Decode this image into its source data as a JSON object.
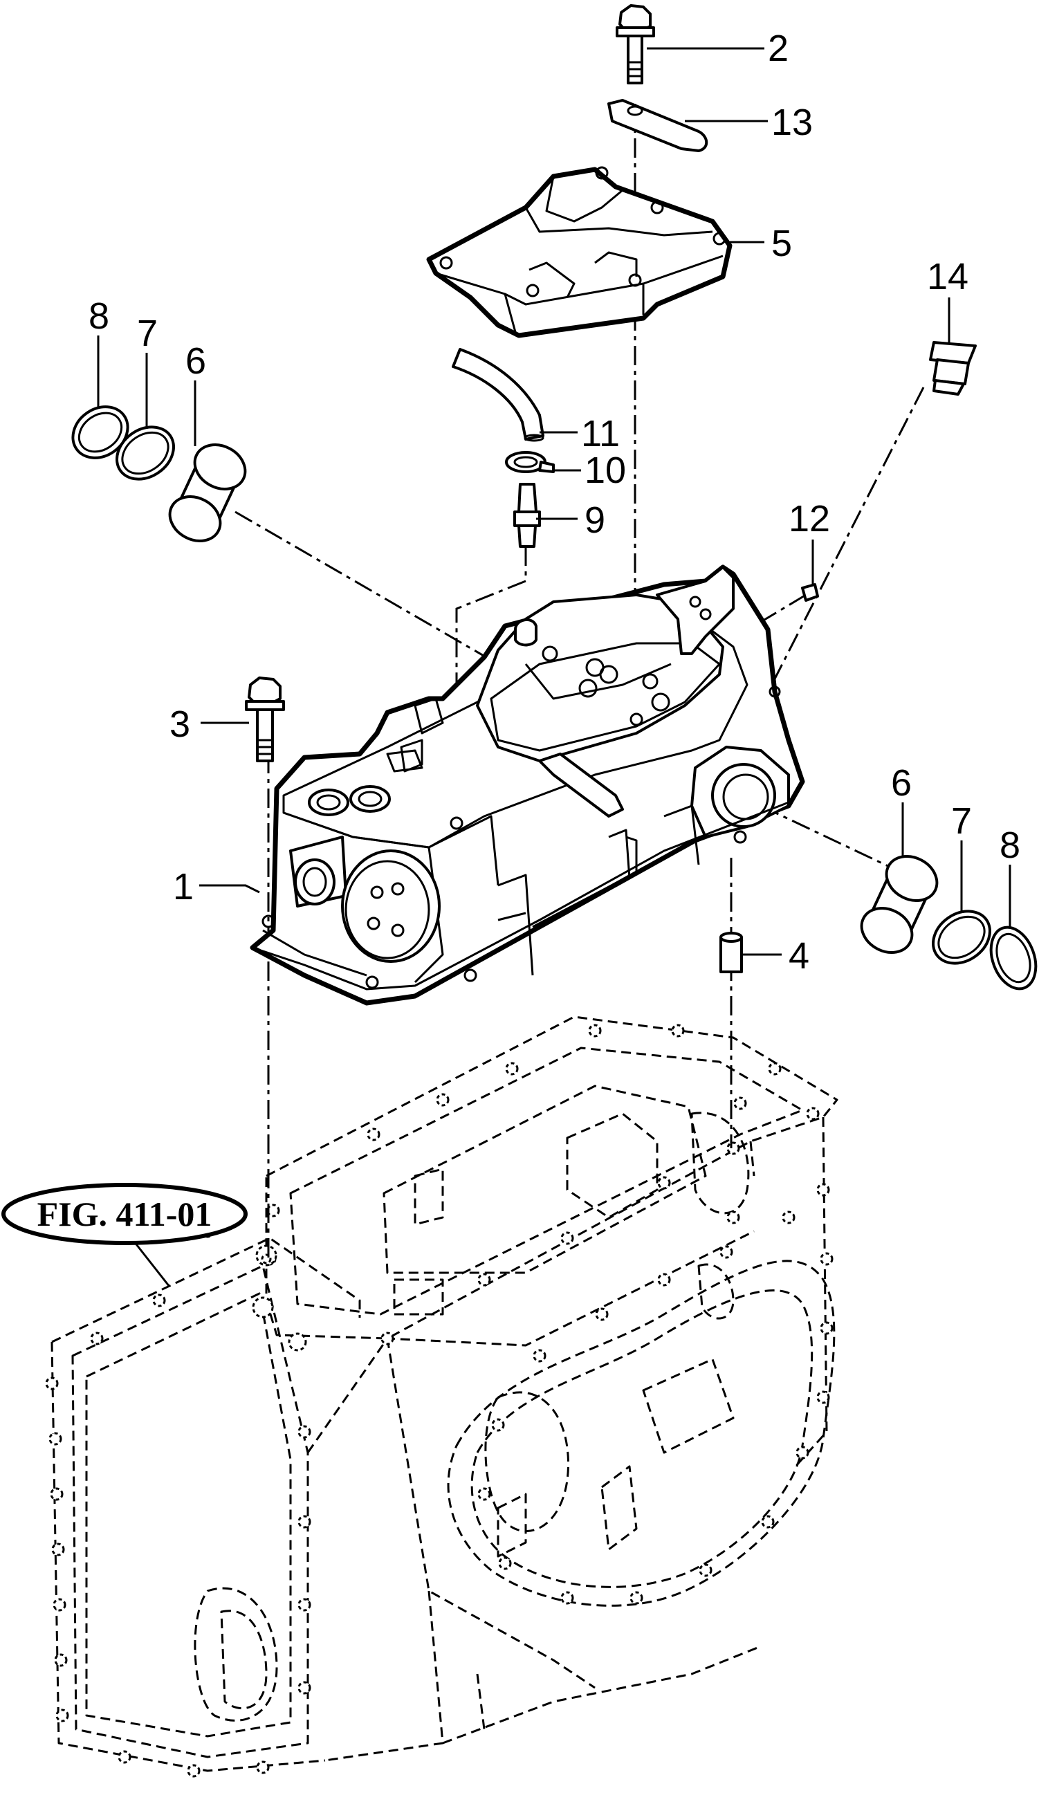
{
  "callouts": [
    {
      "id": "c1",
      "label": "1"
    },
    {
      "id": "c2",
      "label": "2"
    },
    {
      "id": "c3",
      "label": "3"
    },
    {
      "id": "c4",
      "label": "4"
    },
    {
      "id": "c5",
      "label": "5"
    },
    {
      "id": "c6a",
      "label": "6"
    },
    {
      "id": "c6b",
      "label": "6"
    },
    {
      "id": "c7a",
      "label": "7"
    },
    {
      "id": "c7b",
      "label": "7"
    },
    {
      "id": "c8a",
      "label": "8"
    },
    {
      "id": "c8b",
      "label": "8"
    },
    {
      "id": "c9",
      "label": "9"
    },
    {
      "id": "c10",
      "label": "10"
    },
    {
      "id": "c11",
      "label": "11"
    },
    {
      "id": "c12",
      "label": "12"
    },
    {
      "id": "c13",
      "label": "13"
    },
    {
      "id": "c14",
      "label": "14"
    }
  ],
  "reference": {
    "label": "FIG. 411-01"
  }
}
